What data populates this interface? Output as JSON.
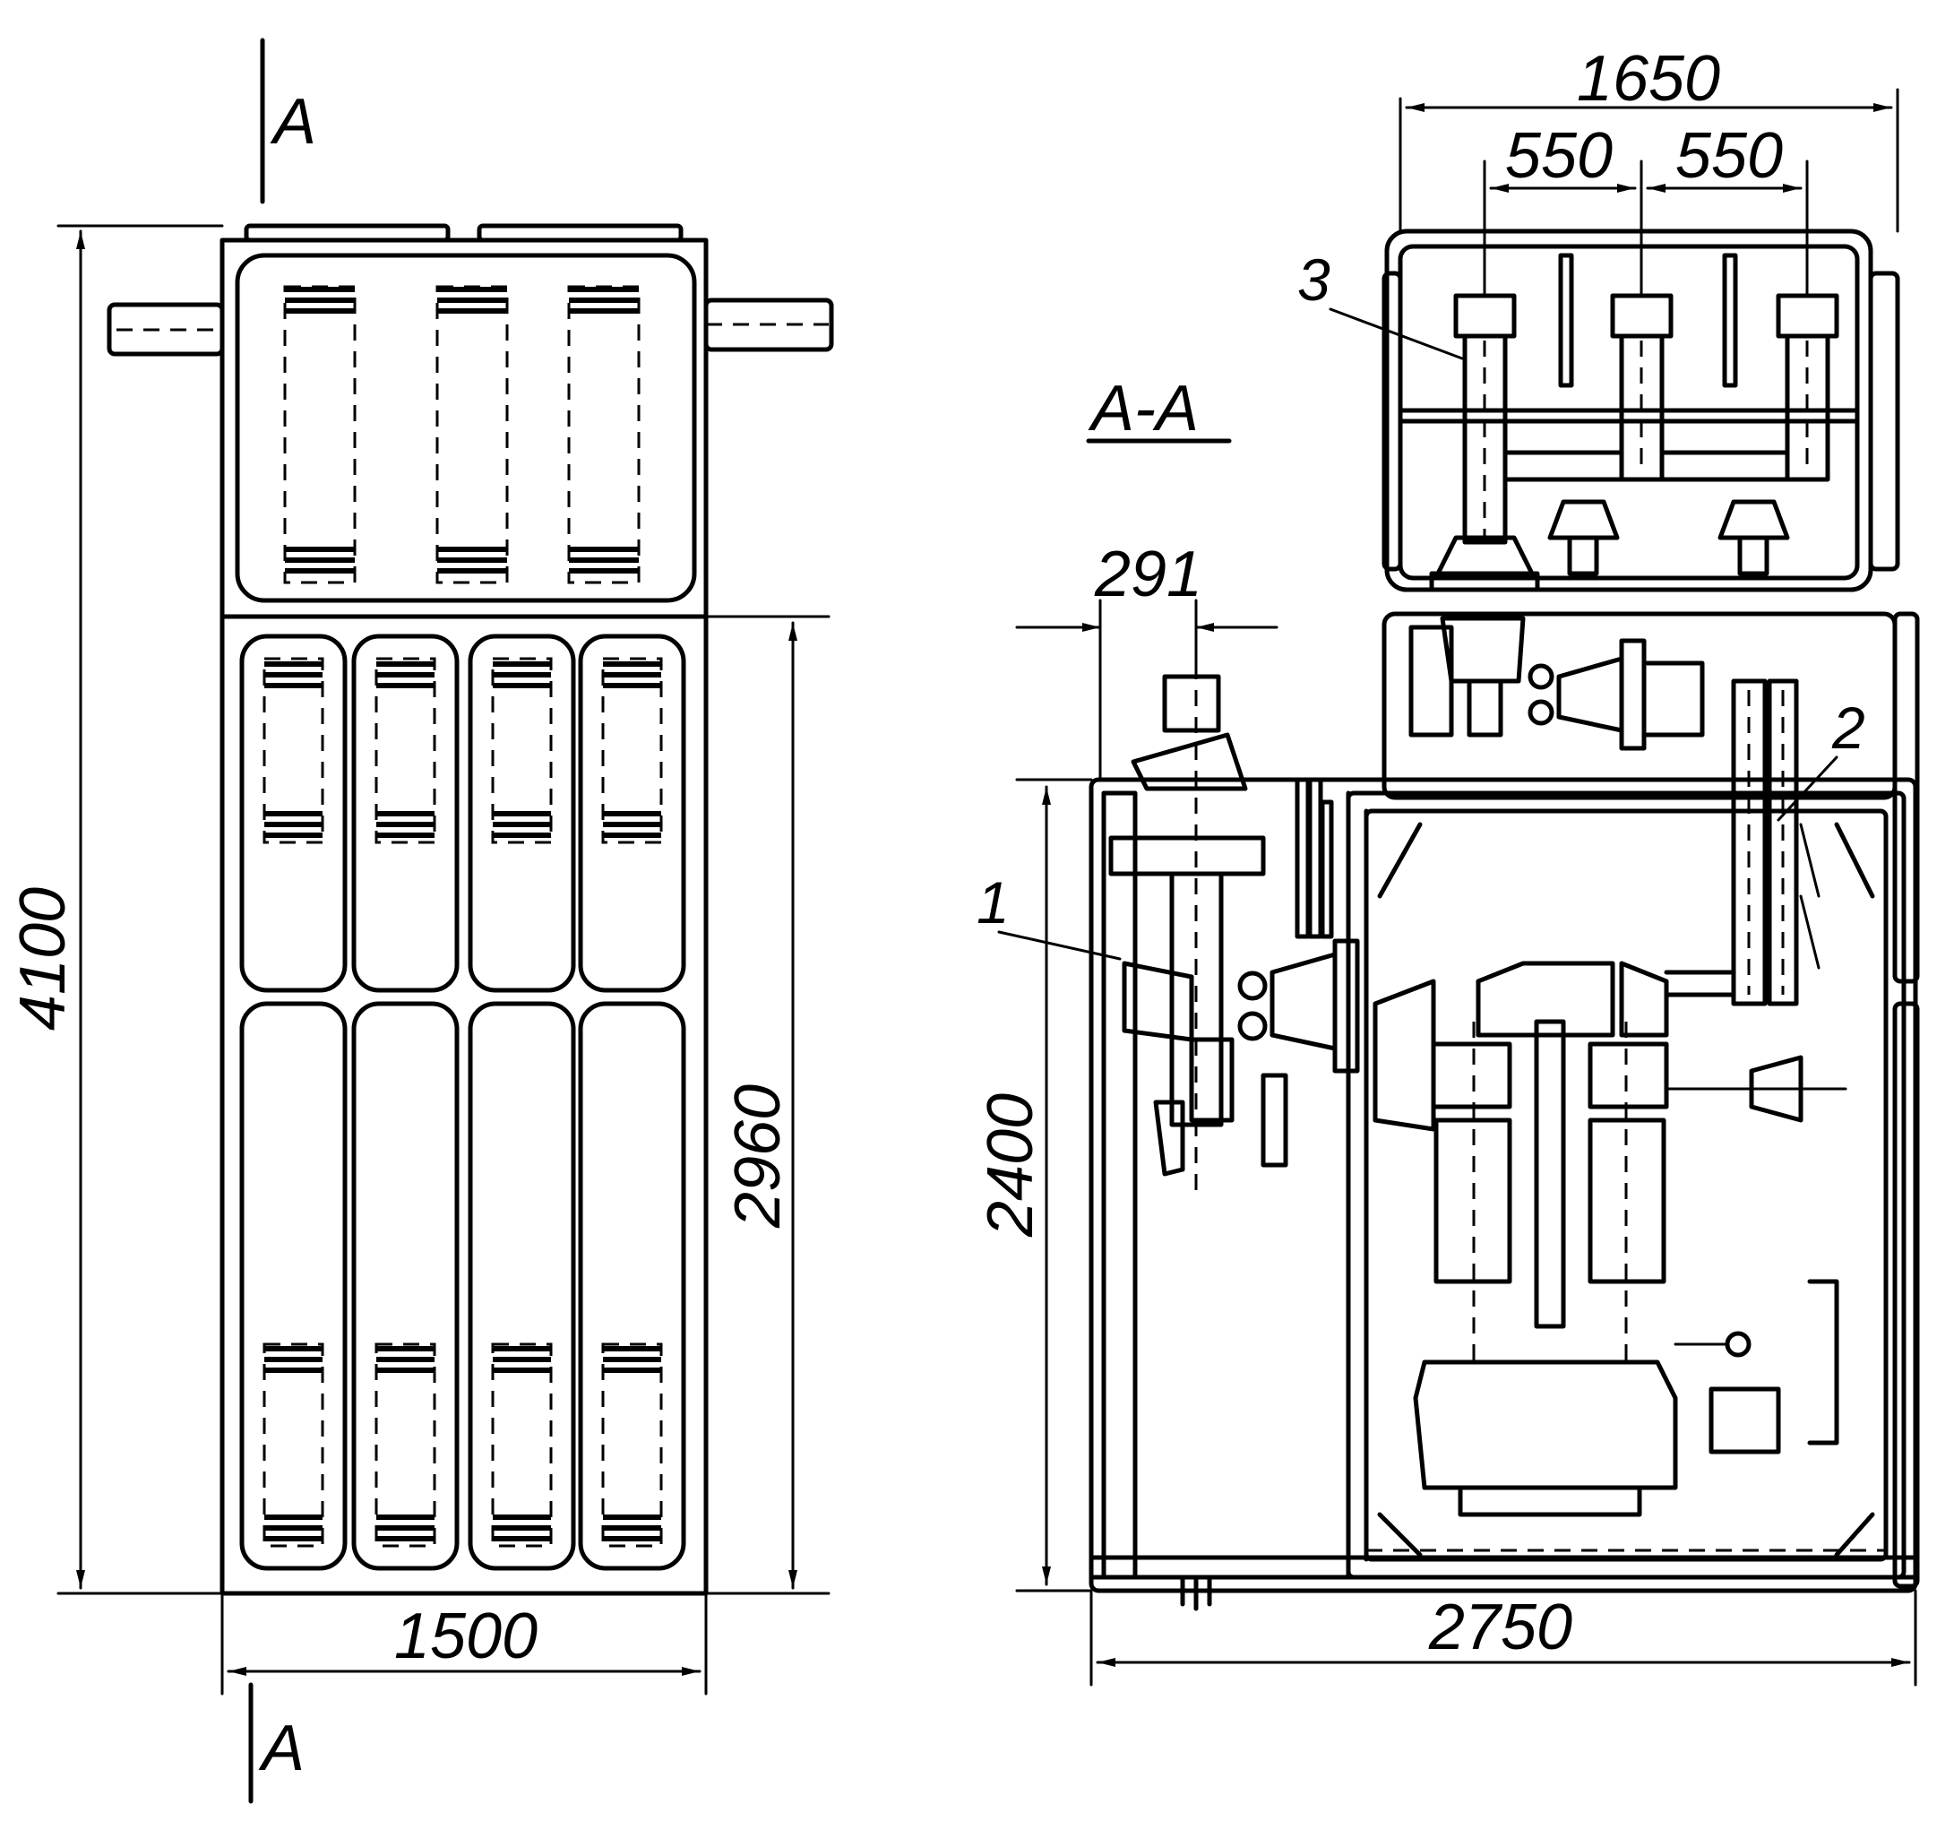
{
  "plan_view": {
    "section_mark_top": "A",
    "section_mark_bottom": "A",
    "dim_height_total": "4100",
    "dim_height_lower": "2960",
    "dim_width": "1500"
  },
  "section_view": {
    "title": "A-A",
    "dim_width_upper": "1650",
    "dim_spacing_left": "550",
    "dim_spacing_right": "550",
    "dim_offset": "291",
    "dim_height": "2400",
    "dim_width_total": "2750",
    "callout_1": "1",
    "callout_2": "2",
    "callout_3": "3"
  }
}
